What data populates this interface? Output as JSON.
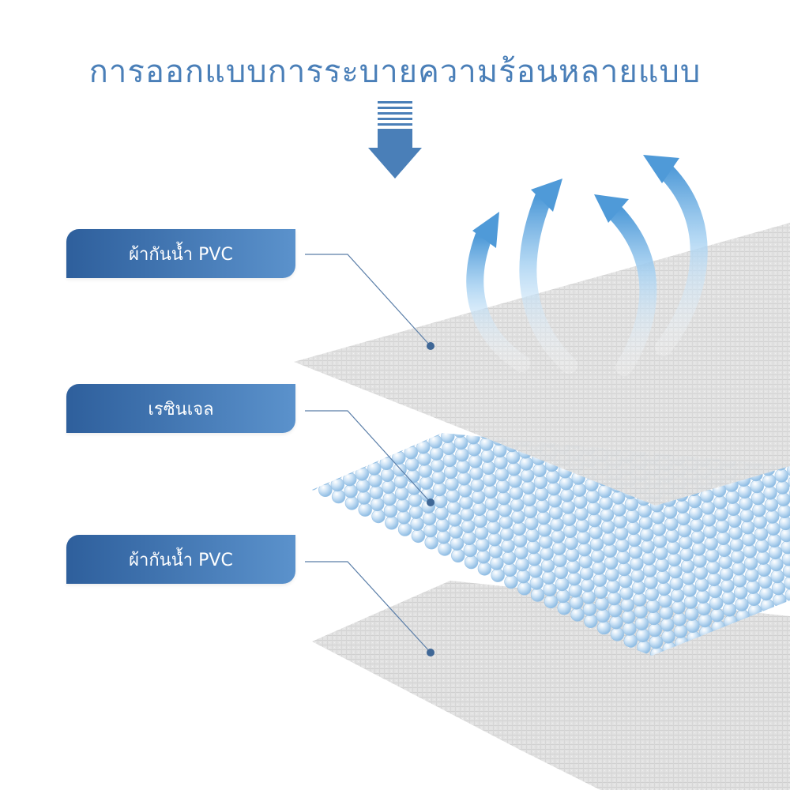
{
  "title": "การออกแบบการระบายความร้อนหลายแบบ",
  "colors": {
    "title": "#4a7fb8",
    "label_dark": "#2e5f9c",
    "label_light": "#5b92cc",
    "fabric": "#dcdcdc",
    "bead": "#a9cdea",
    "leader": "#5a7ea8",
    "airflow": "#8ec2ea"
  },
  "layers": [
    {
      "label": "ผ้ากันน้ำ PVC",
      "icon": "fabric-layer"
    },
    {
      "label": "เรซินเจล",
      "icon": "gel-bead-layer"
    },
    {
      "label": "ผ้ากันน้ำ PVC",
      "icon": "fabric-layer"
    }
  ],
  "icons": {
    "down_arrow": "down-arrow-icon",
    "airflow": "airflow-arrows-icon"
  }
}
